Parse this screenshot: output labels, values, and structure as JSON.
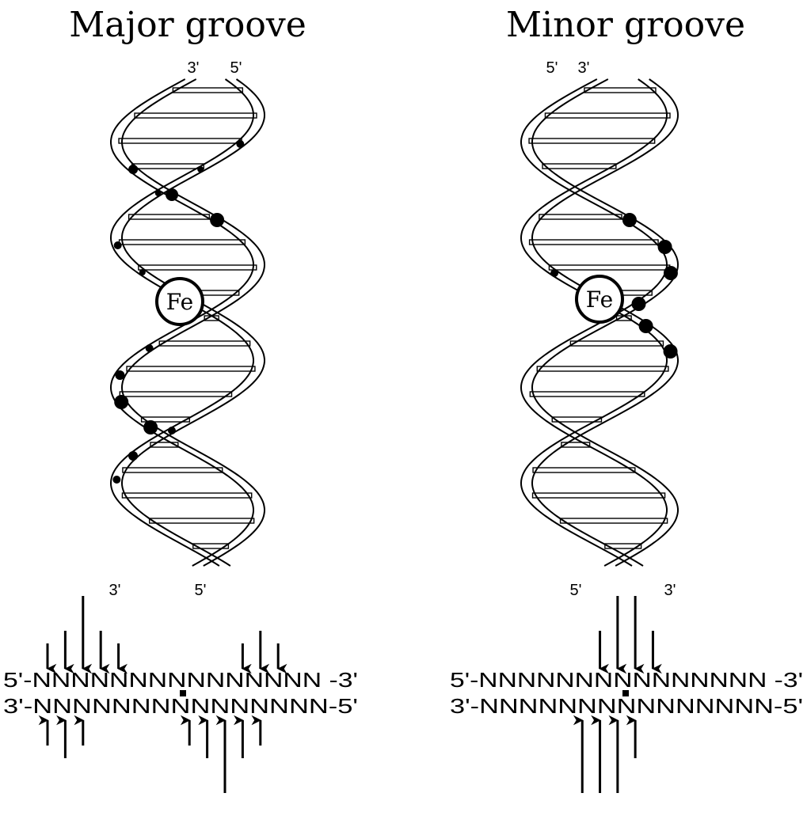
{
  "left_panel": {
    "title": "Major groove",
    "top_labels": [
      "3'",
      "5'"
    ],
    "bottom_labels": [
      "3'",
      "5'"
    ],
    "metal_label": "Fe",
    "top_strand": "5'-NNNNNNNNNNNNNNN -3'",
    "bottom_strand": "3'-NNNNNNNNNNNNNNN-5'",
    "top_strand_arrows": [
      {
        "position": 1,
        "size": "short"
      },
      {
        "position": 2,
        "size": "medium"
      },
      {
        "position": 3,
        "size": "long"
      },
      {
        "position": 4,
        "size": "medium"
      },
      {
        "position": 5,
        "size": "short"
      },
      {
        "position": 12,
        "size": "short"
      },
      {
        "position": 13,
        "size": "medium"
      },
      {
        "position": 14,
        "size": "short"
      }
    ],
    "bottom_strand_arrows": [
      {
        "position": 1,
        "size": "short"
      },
      {
        "position": 2,
        "size": "medium"
      },
      {
        "position": 3,
        "size": "short"
      },
      {
        "position": 9,
        "size": "short"
      },
      {
        "position": 10,
        "size": "medium"
      },
      {
        "position": 11,
        "size": "long"
      },
      {
        "position": 12,
        "size": "medium"
      },
      {
        "position": 13,
        "size": "short"
      }
    ]
  },
  "right_panel": {
    "title": "Minor groove",
    "top_labels": [
      "5'",
      "3'"
    ],
    "bottom_labels": [
      "5'",
      "3'"
    ],
    "metal_label": "Fe",
    "top_strand": "5'-NNNNNNNNNNNNNNN -3'",
    "bottom_strand": "3'-NNNNNNNNNNNNNNN-5'",
    "top_strand_arrows": [
      {
        "position": 7,
        "size": "medium"
      },
      {
        "position": 8,
        "size": "long"
      },
      {
        "position": 9,
        "size": "long"
      },
      {
        "position": 10,
        "size": "medium"
      }
    ],
    "bottom_strand_arrows": [
      {
        "position": 6,
        "size": "long"
      },
      {
        "position": 7,
        "size": "long"
      },
      {
        "position": 8,
        "size": "long"
      },
      {
        "position": 9,
        "size": "medium"
      }
    ]
  }
}
